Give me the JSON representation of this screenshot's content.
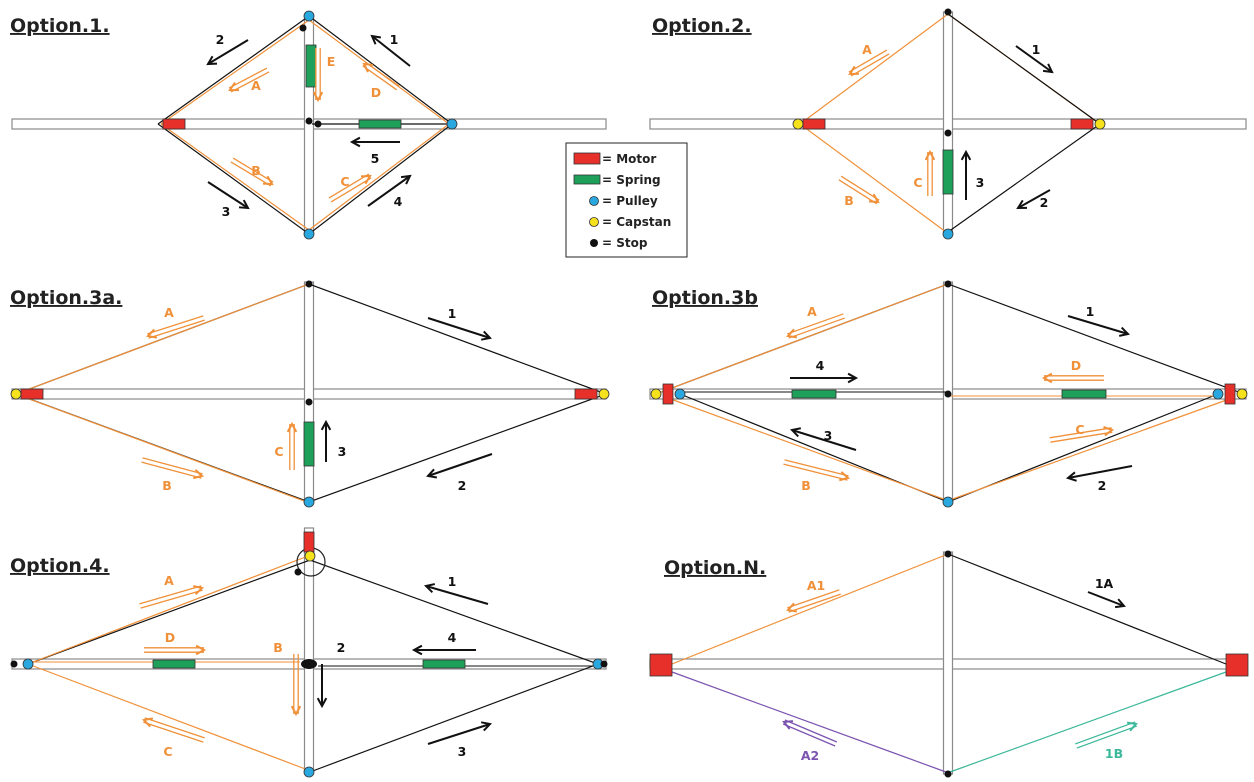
{
  "colors": {
    "motor": "#e8302a",
    "spring": "#1fa05a",
    "pulley": "#29a8e0",
    "capstan": "#f5e11c",
    "stop": "#111111",
    "cable_orange": "#f0913a",
    "cable_black": "#111111",
    "cable_purple": "#7b55b0",
    "cable_teal": "#3cb89a",
    "rod_fill": "#ffffff",
    "rod_edge": "#8a8a8a"
  },
  "legend": [
    {
      "key": "motor",
      "label": "= Motor"
    },
    {
      "key": "spring",
      "label": "= Spring"
    },
    {
      "key": "pulley",
      "label": "= Pulley"
    },
    {
      "key": "capstan",
      "label": "= Capstan"
    },
    {
      "key": "stop",
      "label": "= Stop"
    }
  ],
  "panels": [
    {
      "id": "opt1",
      "title": "Option.1.",
      "labels": [
        "1",
        "2",
        "3",
        "4",
        "5",
        "A",
        "B",
        "C",
        "D",
        "E"
      ]
    },
    {
      "id": "opt2",
      "title": "Option.2.",
      "labels": [
        "1",
        "2",
        "3",
        "A",
        "B",
        "C"
      ]
    },
    {
      "id": "opt3a",
      "title": "Option.3a.",
      "labels": [
        "1",
        "2",
        "3",
        "A",
        "B",
        "C"
      ]
    },
    {
      "id": "opt3b",
      "title": "Option.3b",
      "labels": [
        "1",
        "2",
        "3",
        "4",
        "A",
        "B",
        "C",
        "D"
      ]
    },
    {
      "id": "opt4",
      "title": "Option.4.",
      "labels": [
        "1",
        "2",
        "3",
        "4",
        "A",
        "B",
        "C",
        "D"
      ]
    },
    {
      "id": "optN",
      "title": "Option.N.",
      "labels": [
        "1A",
        "1B",
        "A1",
        "A2"
      ]
    }
  ]
}
